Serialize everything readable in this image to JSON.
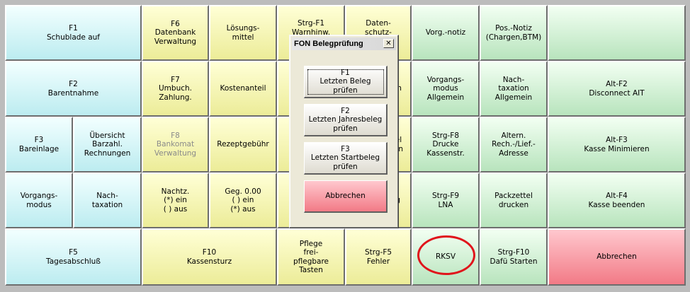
{
  "colors": {
    "cyan": "#bcecf0",
    "yellow": "#ecec98",
    "green": "#b8e4bd",
    "red": "#f27a86",
    "highlight_circle": "#e0141b"
  },
  "buttons": [
    {
      "id": "f1",
      "label": "F1\nSchublade auf",
      "color": "cyan"
    },
    {
      "id": "f6",
      "label": "F6\nDatenbank\nVerwaltung",
      "color": "yellow"
    },
    {
      "id": "loesungsmittel",
      "label": "Lösungs-\nmittel",
      "color": "yellow"
    },
    {
      "id": "strg-f1",
      "label": "Strg-F1\nWarnhinw.",
      "color": "yellow"
    },
    {
      "id": "datenschutz",
      "label": "Daten-\nschutz-",
      "color": "yellow"
    },
    {
      "id": "vorg-notiz",
      "label": "Vorg.-notiz",
      "color": "green"
    },
    {
      "id": "pos-notiz",
      "label": "Pos.-Notiz\n(Chargen,BTM)",
      "color": "green"
    },
    {
      "id": "r1-blank",
      "label": "",
      "color": "green"
    },
    {
      "id": "f2",
      "label": "F2\nBarentnahme",
      "color": "cyan"
    },
    {
      "id": "f7",
      "label": "F7\nUmbuch.\nZahlung.",
      "color": "yellow"
    },
    {
      "id": "kostenanteil",
      "label": "Kostenanteil",
      "color": "yellow"
    },
    {
      "id": "r2-hidden-a",
      "label": "",
      "color": "yellow"
    },
    {
      "id": "r2-hidden-b",
      "label": "m",
      "color": "yellow"
    },
    {
      "id": "vorgangsmodus-allgemein",
      "label": "Vorgangs-\nmodus\nAllgemein",
      "color": "green"
    },
    {
      "id": "nachtaxation-allgemein",
      "label": "Nach-\ntaxation\nAllgemein",
      "color": "green"
    },
    {
      "id": "alt-f2",
      "label": "Alt-F2\nDisconnect AIT",
      "color": "green"
    },
    {
      "id": "f3",
      "label": "F3\nBareinlage",
      "color": "cyan"
    },
    {
      "id": "uebersicht",
      "label": "Übersicht\nBarzahl.\nRechnungen",
      "color": "cyan"
    },
    {
      "id": "f8",
      "label": "F8\nBankomat\nVerwaltung",
      "color": "yellow",
      "disabled": true
    },
    {
      "id": "rezeptgebuehr",
      "label": "Rezeptgebühr",
      "color": "yellow"
    },
    {
      "id": "r3-hidden-a",
      "label": "",
      "color": "yellow"
    },
    {
      "id": "r3-hidden-b",
      "label": "el\nen",
      "color": "yellow"
    },
    {
      "id": "strg-f8",
      "label": "Strg-F8\nDrucke\nKassenstr.",
      "color": "green"
    },
    {
      "id": "altern-adresse",
      "label": "Altern.\nRech.-/Lief.-\nAdresse",
      "color": "green"
    },
    {
      "id": "alt-f3",
      "label": "Alt-F3\nKasse Minimieren",
      "color": "green"
    },
    {
      "id": "vorgangsmodus",
      "label": "Vorgangs-\nmodus",
      "color": "cyan"
    },
    {
      "id": "nachtaxation",
      "label": "Nach-\ntaxation",
      "color": "cyan"
    },
    {
      "id": "nachtz",
      "label": "Nachtz.\n(*) ein\n( ) aus",
      "color": "yellow"
    },
    {
      "id": "geg",
      "label": "Geg. 0.00\n( ) ein\n(*) aus",
      "color": "yellow"
    },
    {
      "id": "r4-hidden-a",
      "label": "",
      "color": "yellow"
    },
    {
      "id": "r4-hidden-b",
      "label": "g",
      "color": "yellow"
    },
    {
      "id": "strg-f9",
      "label": "Strg-F9\nLNA",
      "color": "green"
    },
    {
      "id": "packzettel",
      "label": "Packzettel\ndrucken",
      "color": "green"
    },
    {
      "id": "alt-f4",
      "label": "Alt-F4\nKasse beenden",
      "color": "green"
    },
    {
      "id": "f5",
      "label": "F5\nTagesabschluß",
      "color": "cyan"
    },
    {
      "id": "f10",
      "label": "F10\nKassensturz",
      "color": "yellow"
    },
    {
      "id": "pflege",
      "label": "Pflege\nfrei-\npflegbare\nTasten",
      "color": "yellow"
    },
    {
      "id": "strg-f5",
      "label": "Strg-F5\nFehler",
      "color": "yellow"
    },
    {
      "id": "rksv",
      "label": "RKSV",
      "color": "green"
    },
    {
      "id": "strg-f10",
      "label": "Strg-F10\nDafü Starten",
      "color": "green"
    },
    {
      "id": "abbrechen-main",
      "label": "Abbrechen",
      "color": "red"
    }
  ],
  "dialog": {
    "title": "FON Belegprüfung",
    "close_glyph": "✕",
    "buttons": [
      {
        "id": "letzten-beleg",
        "label": "F1\nLetzten Beleg\nprüfen"
      },
      {
        "id": "letzten-jahresbeleg",
        "label": "F2\nLetzten Jahresbeleg\nprüfen"
      },
      {
        "id": "letzten-startbeleg",
        "label": "F3\nLetzten Startbeleg\nprüfen"
      },
      {
        "id": "abbrechen",
        "label": "Abbrechen"
      }
    ]
  }
}
